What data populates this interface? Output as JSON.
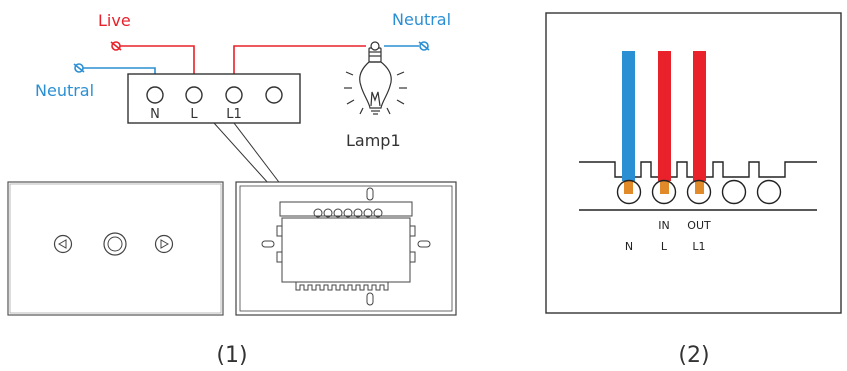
{
  "diagram1": {
    "wire_labels": {
      "live": "Live",
      "neutral_left": "Neutral",
      "neutral_right": "Neutral"
    },
    "terminal_labels": [
      "N",
      "L",
      "L1"
    ],
    "lamp_label": "Lamp1",
    "caption": "(1)"
  },
  "diagram2": {
    "top_labels": [
      "IN",
      "OUT"
    ],
    "bottom_labels": [
      "N",
      "L",
      "L1"
    ],
    "caption": "(2)"
  },
  "colors": {
    "live": "#e8212a",
    "neutral": "#2b8fd3",
    "outline": "#333333",
    "copper": "#e08a2a"
  }
}
